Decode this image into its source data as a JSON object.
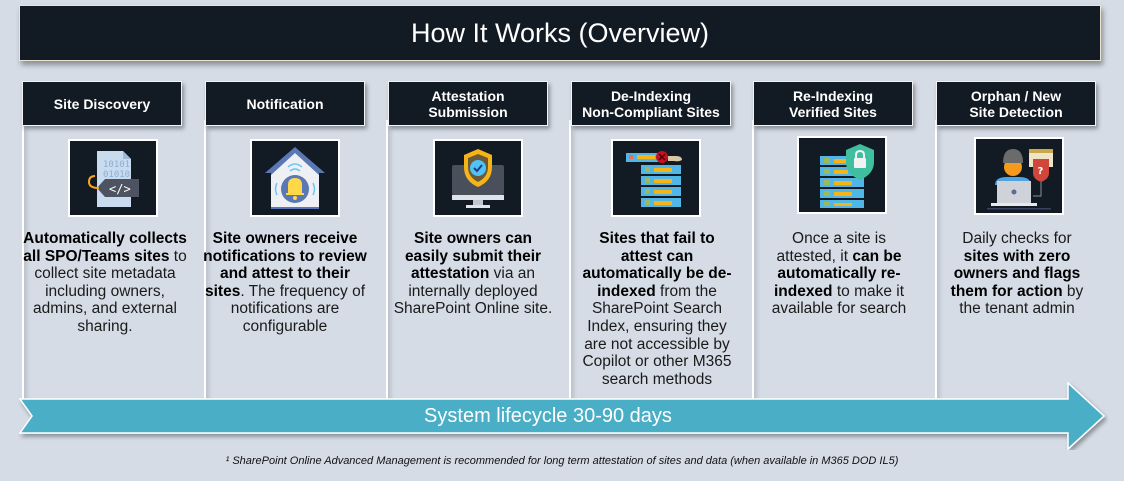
{
  "title": "How It Works (Overview)",
  "steps": [
    {
      "header_line1": "Site Discovery",
      "header_line2": "",
      "icon": "code-document-tag-icon",
      "desc": [
        {
          "bold": true,
          "text": "Automatically collects all SPO/Teams sites"
        },
        {
          "bold": false,
          "text": " to collect site metadata including owners, admins, and external sharing."
        }
      ]
    },
    {
      "header_line1": "Notification",
      "header_line2": "",
      "icon": "house-bell-notification-icon",
      "desc": [
        {
          "bold": true,
          "text": "Site owners receive notifications to review and attest to their sites"
        },
        {
          "bold": false,
          "text": ". The frequency of notifications are configurable"
        }
      ]
    },
    {
      "header_line1": "Attestation",
      "header_line2": "Submission",
      "icon": "shield-check-monitor-icon",
      "desc": [
        {
          "bold": true,
          "text": "Site owners can easily submit their attestation"
        },
        {
          "bold": false,
          "text": "  via an internally deployed SharePoint Online site."
        }
      ]
    },
    {
      "header_line1": "De-Indexing",
      "header_line2": "Non-Compliant Sites",
      "icon": "server-remove-icon",
      "desc": [
        {
          "bold": true,
          "text": "Sites that fail to attest can automatically be de-indexed"
        },
        {
          "bold": false,
          "text": " from the SharePoint Search Index, ensuring they are not accessible by Copilot or other M365 search methods"
        }
      ]
    },
    {
      "header_line1": "Re-Indexing",
      "header_line2": "Verified Sites",
      "icon": "server-lock-shield-icon",
      "desc": [
        {
          "bold": false,
          "text": "Once a site is attested, it "
        },
        {
          "bold": true,
          "text": "can be automatically  re-indexed"
        },
        {
          "bold": false,
          "text": " to make it available for search"
        }
      ]
    },
    {
      "header_line1": "Orphan / New",
      "header_line2": "Site Detection",
      "icon": "user-laptop-question-icon",
      "desc": [
        {
          "bold": false,
          "text": "Daily checks for "
        },
        {
          "bold": true,
          "text": "sites with zero owners and flags them for action"
        },
        {
          "bold": false,
          "text": " by the tenant admin"
        }
      ]
    }
  ],
  "lifecycle_label": "System lifecycle 30-90 days",
  "footnote": "¹ SharePoint Online Advanced Management is recommended for long term attestation of sites and data (when available in M365 DOD IL5)",
  "colors": {
    "background": "#d5dce6",
    "dark_box": "#121a24",
    "arrow": "#4aaec6"
  }
}
